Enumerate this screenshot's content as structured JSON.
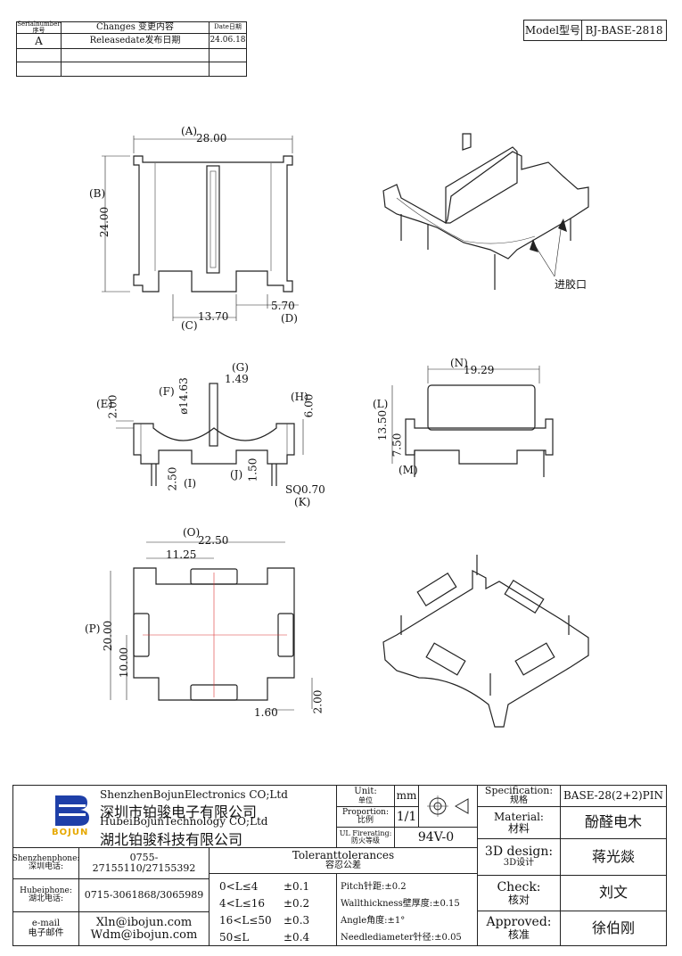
{
  "revision_table": {
    "header_serial": "Serialnumber序号",
    "header_changes": "Changes 变更内容",
    "header_date": "Date日期",
    "rows": [
      {
        "serial": "A",
        "change": "Releasedate发布日期",
        "date": "24.06.18"
      },
      {
        "serial": "",
        "change": "",
        "date": ""
      },
      {
        "serial": "",
        "change": "",
        "date": ""
      }
    ]
  },
  "model": {
    "label": "Model型号",
    "value": "BJ-BASE-2818"
  },
  "dims": {
    "A": "(A)",
    "A_val": "28.00",
    "B": "(B)",
    "B_val": "24.00",
    "C": "(C)",
    "C_val": "13.70",
    "D": "(D)",
    "D_val": "5.70",
    "E": "(E)",
    "E_val": "2.00",
    "F": "(F)",
    "F_val": "ø14.63",
    "G": "(G)",
    "G_val": "1.49",
    "H": "(H)",
    "H_val": "6.00",
    "I": "(I)",
    "I_val": "2.50",
    "J": "(J)",
    "J_val": "1.50",
    "K": "(K)",
    "K_val": "SQ0.70",
    "L": "(L)",
    "L_val": "13.50",
    "M": "(M)",
    "M_val": "7.50",
    "N": "(N)",
    "N_val": "19.29",
    "O": "(O)",
    "O_val": "22.50",
    "O2_val": "11.25",
    "P": "(P)",
    "P_val": "20.00",
    "P2_val": "10.00",
    "bottom_left_val": "1.60",
    "bottom_right_val": "2.00"
  },
  "callout_gate": "进胶口",
  "title_block": {
    "company_cn_1": "ShenzhenBojunElectronics CO;Ltd",
    "company_cn_1_zh": "深圳市铂骏电子有限公司",
    "company_hb": "HubeiBojunTechnology CO;Ltd",
    "company_hb_zh": "湖北铂骏科技有限公司",
    "logo_text": "BOJUN",
    "unit_label": "Unit:",
    "unit_label_zh": "单位",
    "unit_value": "mm",
    "proportion_label": "Proportion:",
    "proportion_label_zh": "比例",
    "proportion_value": "1/1",
    "ul_label": "UL Firerating:",
    "ul_label_zh": "防火等级",
    "ul_value": "94V-0",
    "spec_label": "Specification:",
    "spec_label_zh": "规格",
    "spec_value": "BASE-28(2+2)PIN",
    "material_label": "Material:",
    "material_label_zh": "材料",
    "material_value": "酚醛电木",
    "design_label": "3D design:",
    "design_label_zh": "3D设计",
    "design_value": "蒋光燚",
    "check_label": "Check:",
    "check_label_zh": "核对",
    "check_value": "刘文",
    "approved_label": "Approved:",
    "approved_label_zh": "核准",
    "approved_value": "徐伯刚",
    "sz_phone_label": "Shenzhenphone:",
    "sz_phone_label_zh": "深圳电话:",
    "sz_phone_value": "0755-27155110/27155392",
    "hb_phone_label": "Hubeiphone:",
    "hb_phone_label_zh": "湖北电话:",
    "hb_phone_value": "0715-3061868/3065989",
    "email_label": "e-mail",
    "email_label_zh": "电子邮件",
    "email_1": "Xln@ibojun.com",
    "email_2": "Wdm@ibojun.com",
    "tol_title": "Toleranttolerances",
    "tol_title_zh": "容忍公差",
    "tolerances": [
      {
        "range": "0<L≤4",
        "tol": "±0.1"
      },
      {
        "range": "4<L≤16",
        "tol": "±0.2"
      },
      {
        "range": "16<L≤50",
        "tol": "±0.3"
      },
      {
        "range": "50≤L",
        "tol": "±0.4"
      }
    ],
    "pitch": "Pitch针距:±0.2",
    "wall": "Wallthickness壁厚度:±0.15",
    "angle": "Angle角度:±1°",
    "needle": "Needlediameter针径:±0.05"
  }
}
